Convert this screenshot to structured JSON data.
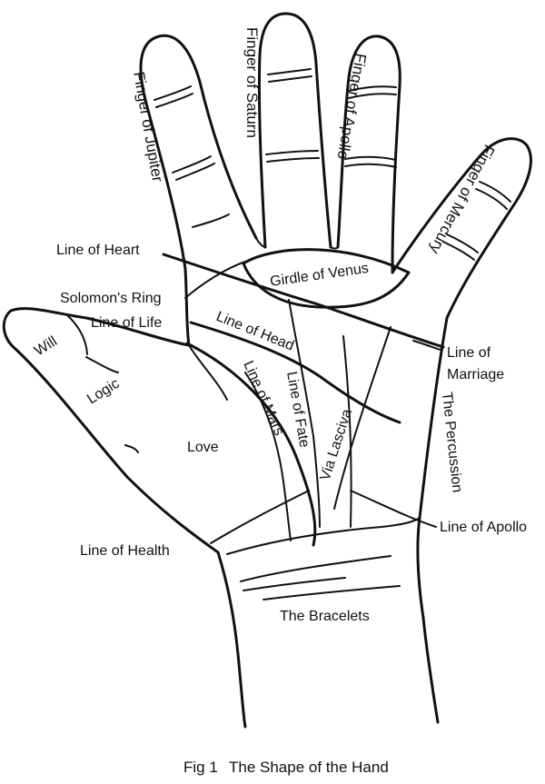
{
  "labels": {
    "finger_jupiter": "Finger of Jupiter",
    "finger_saturn": "Finger of Saturn",
    "finger_apollo": "Finger of Apollo",
    "finger_mercury": "Finger of Mercury",
    "line_heart": "Line of Heart",
    "solomons_ring": "Solomon's Ring",
    "line_life": "Line of Life",
    "girdle_venus": "Girdle of Venus",
    "line_head": "Line of Head",
    "line_marriage_1": "Line of",
    "line_marriage_2": "Marriage",
    "will": "Will",
    "logic": "Logic",
    "love": "Love",
    "line_mars": "Line of Mars",
    "line_fate": "Line of Fate",
    "via_lasciva": "Via Lasciva",
    "percussion": "The Percussion",
    "line_apollo": "Line of Apollo",
    "line_health": "Line of Health",
    "bracelets": "The Bracelets"
  },
  "caption": {
    "fig": "Fig 1",
    "title": "The Shape of the Hand"
  }
}
